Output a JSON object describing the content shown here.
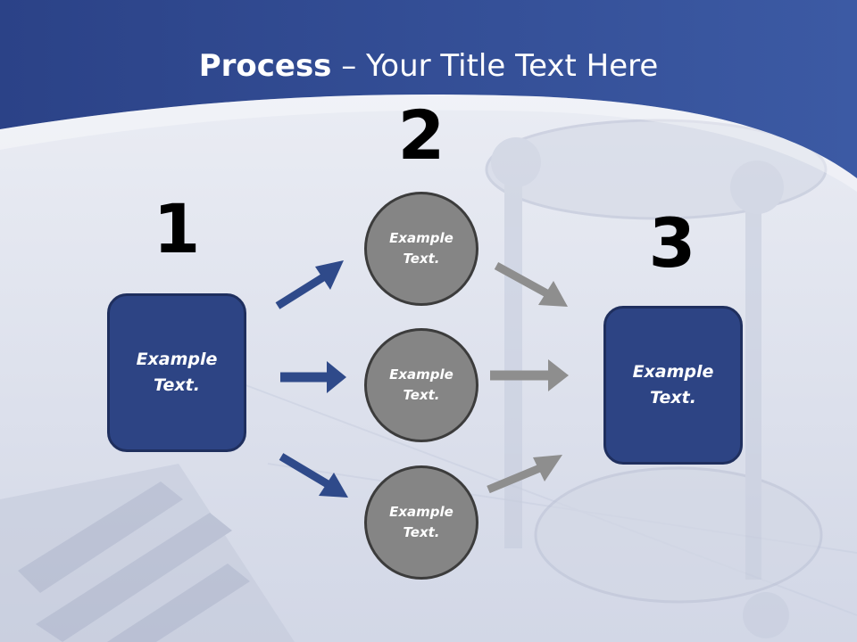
{
  "title": {
    "bold": "Process",
    "rest": " – Your Title Text Here"
  },
  "steps": {
    "one": "1",
    "two": "2",
    "three": "3"
  },
  "boxes": {
    "left": [
      "Example",
      "Text."
    ],
    "right": [
      "Example",
      "Text."
    ]
  },
  "circles": [
    [
      "Example",
      "Text."
    ],
    [
      "Example",
      "Text."
    ],
    [
      "Example",
      "Text."
    ]
  ],
  "colors": {
    "header_blue": "#2e4587",
    "box_blue": "#2d4484",
    "circle_gray": "#858585",
    "arrow_blue": "#2f4a8a",
    "arrow_gray": "#8e8e8e"
  }
}
